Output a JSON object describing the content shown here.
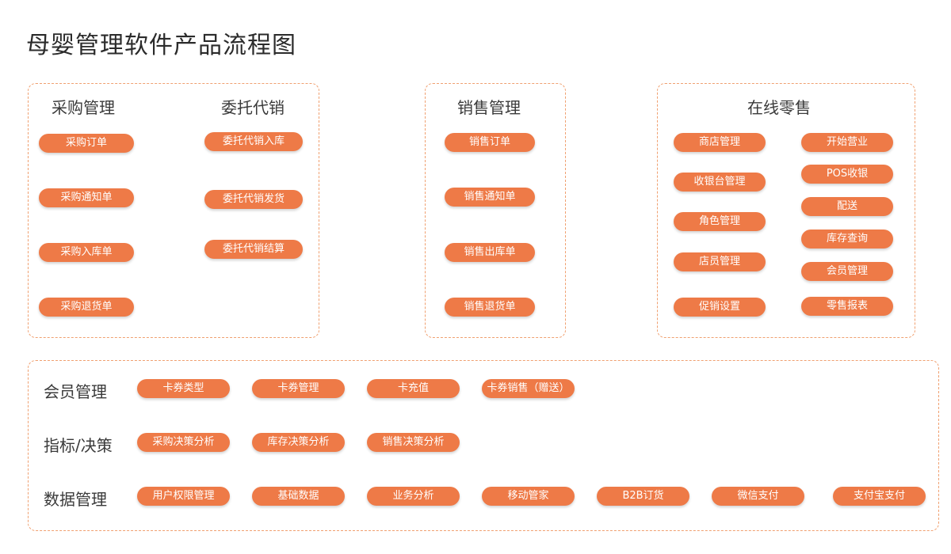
{
  "title": "母婴管理软件产品流程图",
  "procurement": {
    "heading": "采购管理",
    "items": [
      "采购订单",
      "采购通知单",
      "采购入库单",
      "采购退货单"
    ]
  },
  "consignment": {
    "heading": "委托代销",
    "items": [
      "委托代销入库",
      "委托代销发货",
      "委托代销结算"
    ]
  },
  "sales": {
    "heading": "销售管理",
    "items": [
      "销售订单",
      "销售通知单",
      "销售出库单",
      "销售退货单"
    ]
  },
  "retail": {
    "heading": "在线零售",
    "left": [
      "商店管理",
      "收银台管理",
      "角色管理",
      "店员管理",
      "促销设置"
    ],
    "right": [
      "开始营业",
      "POS收银",
      "配送",
      "库存查询",
      "会员管理",
      "零售报表"
    ]
  },
  "bottom": {
    "member": {
      "label": "会员管理",
      "items": [
        "卡券类型",
        "卡券管理",
        "卡充值",
        "卡券销售（赠送）"
      ]
    },
    "metrics": {
      "label": "指标/决策",
      "items": [
        "采购决策分析",
        "库存决策分析",
        "销售决策分析"
      ]
    },
    "data": {
      "label": "数据管理",
      "items": [
        "用户权限管理",
        "基础数据",
        "业务分析",
        "移动管家",
        "B2B订货",
        "微信支付",
        "支付宝支付"
      ]
    }
  },
  "colors": {
    "pill": "#ee7a47",
    "border": "#f0a070"
  }
}
